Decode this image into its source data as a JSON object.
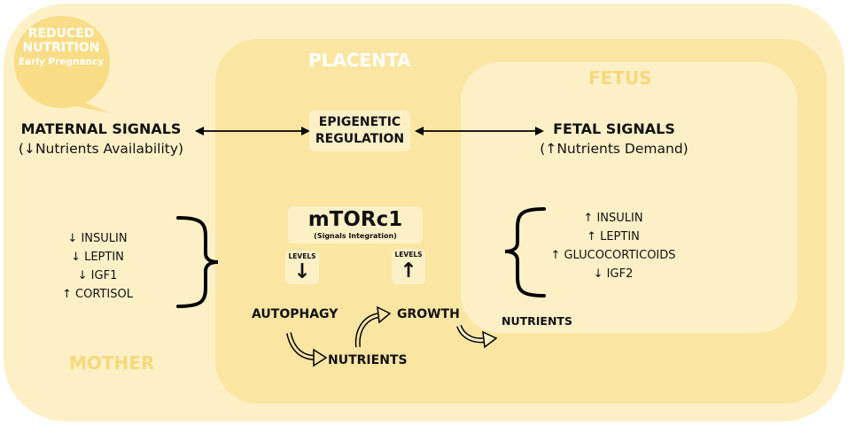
{
  "bubble": {
    "line1": "REDUCED",
    "line2": "NUTRITION",
    "line3": "Early Pregnancy"
  },
  "regions": {
    "mother": "MOTHER",
    "placenta": "PLACENTA",
    "fetus": "FETUS"
  },
  "maternal": {
    "title": "MATERNAL SIGNALS",
    "subtitle": "(↓Nutrients Availability)"
  },
  "fetal": {
    "title": "FETAL SIGNALS",
    "subtitle": "(↑Nutrients Demand)"
  },
  "epigenetic": {
    "line1": "EPIGENETIC",
    "line2": "REGULATION"
  },
  "mtor": {
    "title": "mTORc1",
    "subtitle": "(Signals Integration)"
  },
  "levels": {
    "down_label": "LEVELS",
    "down_arrow": "↓",
    "up_label": "LEVELS",
    "up_arrow": "↑"
  },
  "maternal_list": [
    "↓ INSULIN",
    "↓ LEPTIN",
    "↓ IGF1",
    "↑ CORTISOL"
  ],
  "fetal_list": [
    "↑ INSULIN",
    "↑ LEPTIN",
    "↑ GLUCOCORTICOIDS",
    "↓ IGF2"
  ],
  "flow": {
    "autophagy": "AUTOPHAGY",
    "nutrients_placenta": "NUTRIENTS",
    "growth": "GROWTH",
    "nutrients_fetus": "NUTRIENTS"
  }
}
